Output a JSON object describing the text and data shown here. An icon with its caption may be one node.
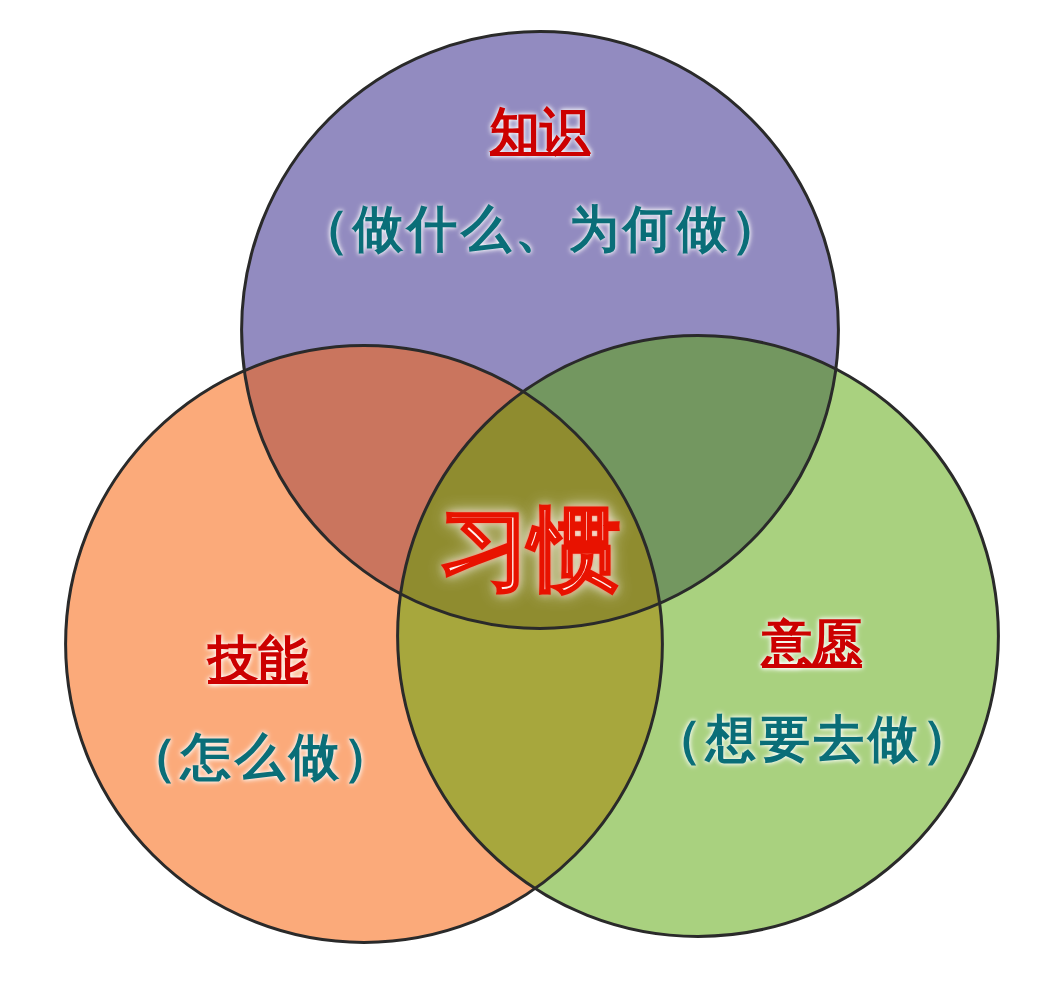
{
  "diagram": {
    "nodes": [
      {
        "text": [
          "知识",
          "（做什么、为何做）"
        ]
      },
      {
        "text": [
          "技能",
          "（怎么做）"
        ]
      },
      {
        "text": [
          "意愿",
          "（想要去做）"
        ]
      }
    ],
    "labels": [
      "习惯"
    ]
  }
}
